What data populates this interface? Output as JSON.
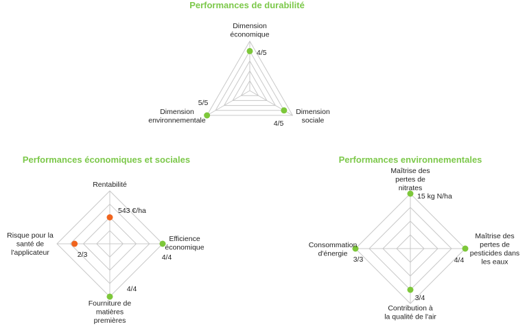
{
  "colors": {
    "title": "#7cc84a",
    "good": "#7dc73a",
    "bad": "#f0641e",
    "grid": "#c8c8c8"
  },
  "chart_data": [
    {
      "type": "radar",
      "title": "Performances de durabilité",
      "rings": 5,
      "axes": [
        {
          "label": [
            "Dimension",
            "économique"
          ],
          "value": 4,
          "max": 5,
          "display": "4/5",
          "status": "good"
        },
        {
          "label": [
            "Dimension",
            "sociale"
          ],
          "value": 4,
          "max": 5,
          "display": "4/5",
          "status": "good"
        },
        {
          "label": [
            "Dimension",
            "environnementale"
          ],
          "value": 5,
          "max": 5,
          "display": "5/5",
          "status": "good"
        }
      ]
    },
    {
      "type": "radar",
      "title": "Performances économiques et sociales",
      "rings": 4,
      "axes": [
        {
          "label": [
            "Rentabilité"
          ],
          "value": 0.5,
          "max": 1,
          "display": "543 €/ha",
          "status": "bad"
        },
        {
          "label": [
            "Efficience",
            "économique"
          ],
          "value": 4,
          "max": 4,
          "display": "4/4",
          "status": "good"
        },
        {
          "label": [
            "Fourniture de",
            "matières",
            "premières"
          ],
          "value": 4,
          "max": 4,
          "display": "4/4",
          "status": "good"
        },
        {
          "label": [
            "Risque pour la",
            "santé de",
            "l'applicateur"
          ],
          "value": 2,
          "max": 3,
          "display": "2/3",
          "status": "bad"
        }
      ]
    },
    {
      "type": "radar",
      "title": "Performances environnementales",
      "rings": 4,
      "axes": [
        {
          "label": [
            "Maîtrise des",
            "pertes de",
            "nitrates"
          ],
          "value": 1,
          "max": 1,
          "display": "15 kg N/ha",
          "status": "good"
        },
        {
          "label": [
            "Maîtrise des",
            "pertes de",
            "pesticides dans",
            "les eaux"
          ],
          "value": 4,
          "max": 4,
          "display": "4/4",
          "status": "good"
        },
        {
          "label": [
            "Contribution à",
            "la qualité de l'air"
          ],
          "value": 3,
          "max": 4,
          "display": "3/4",
          "status": "good"
        },
        {
          "label": [
            "Consommation",
            "d'énergie"
          ],
          "value": 3,
          "max": 3,
          "display": "3/3",
          "status": "good"
        }
      ]
    }
  ]
}
